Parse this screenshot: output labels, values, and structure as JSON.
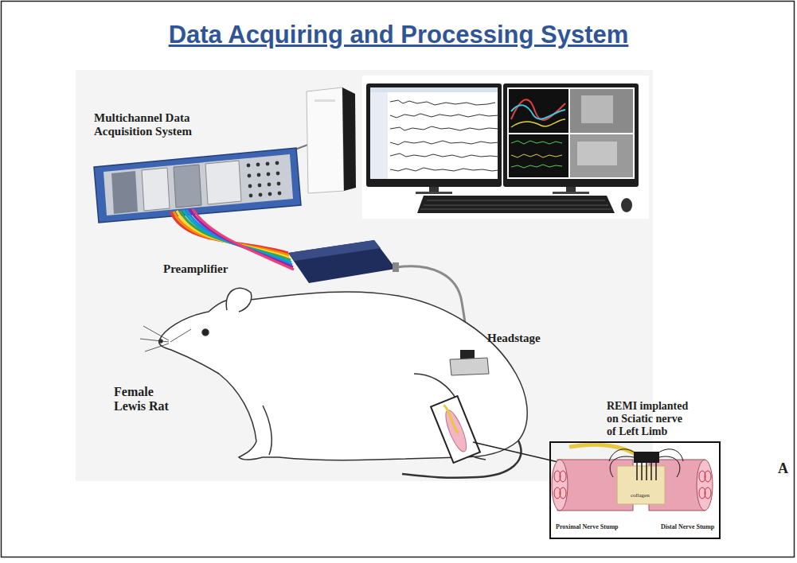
{
  "diagram": {
    "title": "Data Acquiring and Processing System",
    "nodes": [
      {
        "text": [
          "REMI implanted on Sciatic nerve of Left Limb",
          "Proximal Nerve Stump",
          "collagen",
          "Distal Nerve Stump"
        ]
      }
    ],
    "labels": [
      "Multichannel Data Acquisition System",
      "Preamplifier",
      "Headstage",
      "Female Lewis Rat",
      "A"
    ]
  }
}
